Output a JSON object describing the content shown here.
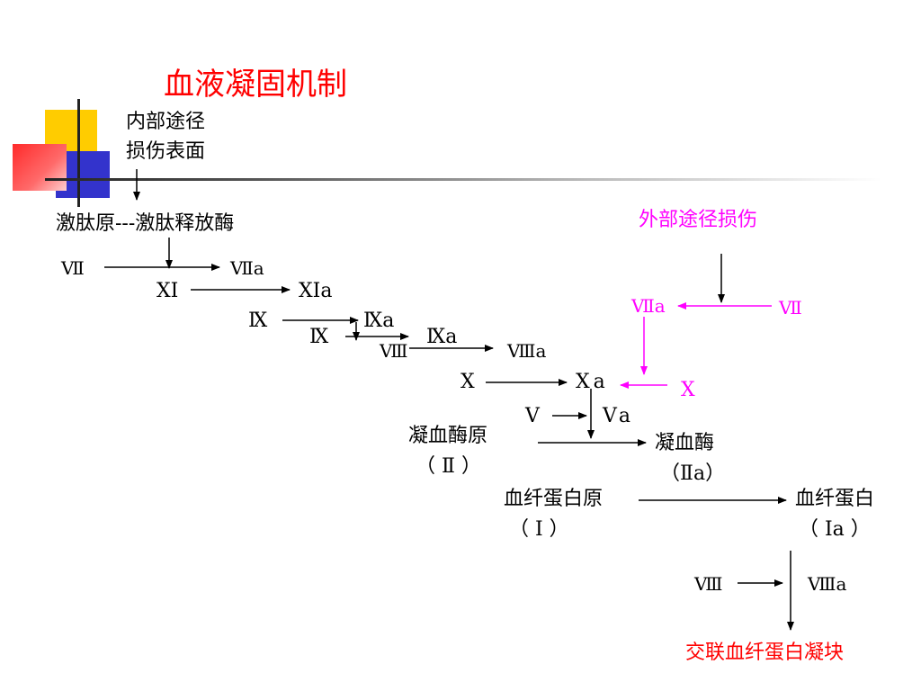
{
  "title": "血液凝固机制",
  "intrinsic_path": {
    "line1": "内部途径",
    "line2": "损伤表面"
  },
  "extrinsic_path": "外部途径损伤",
  "nodes": {
    "kallikrein": "激肽原---激肽释放酶",
    "f7_left": "Ⅶ",
    "f7a_left": "Ⅶa",
    "f11": "XI",
    "f11a": "XIa",
    "f9_1": "Ⅸ",
    "f9a_1": "Ⅸa",
    "f9_2": "Ⅸ",
    "f9a_2": "Ⅸa",
    "f8_1": "Ⅷ",
    "f8a_1": "Ⅷa",
    "f10": "X",
    "f10a": "Xa",
    "f5": "V",
    "f5a": "Va",
    "prothrombin": {
      "name": "凝血酶原",
      "code": "（ Ⅱ ）"
    },
    "thrombin": {
      "name": "凝血酶",
      "code": "（Ⅱa）"
    },
    "fibrinogen": {
      "name": "血纤蛋白原",
      "code": "（ Ⅰ ）"
    },
    "fibrin": {
      "name": "血纤蛋白",
      "code": "（ Ⅰa ）"
    },
    "f8_2": "Ⅷ",
    "f8a_2": "Ⅷa",
    "clot": "交联血纤蛋白凝块"
  },
  "extrinsic_nodes": {
    "f7a": "Ⅶa",
    "f7": "Ⅶ",
    "f10": "X"
  },
  "colors": {
    "title": "#ff0000",
    "extrinsic": "#ff00ff",
    "clot": "#ff0000",
    "deco_yellow": "#ffcc00",
    "deco_blue": "#3333cc",
    "deco_red": "#ff3333"
  }
}
